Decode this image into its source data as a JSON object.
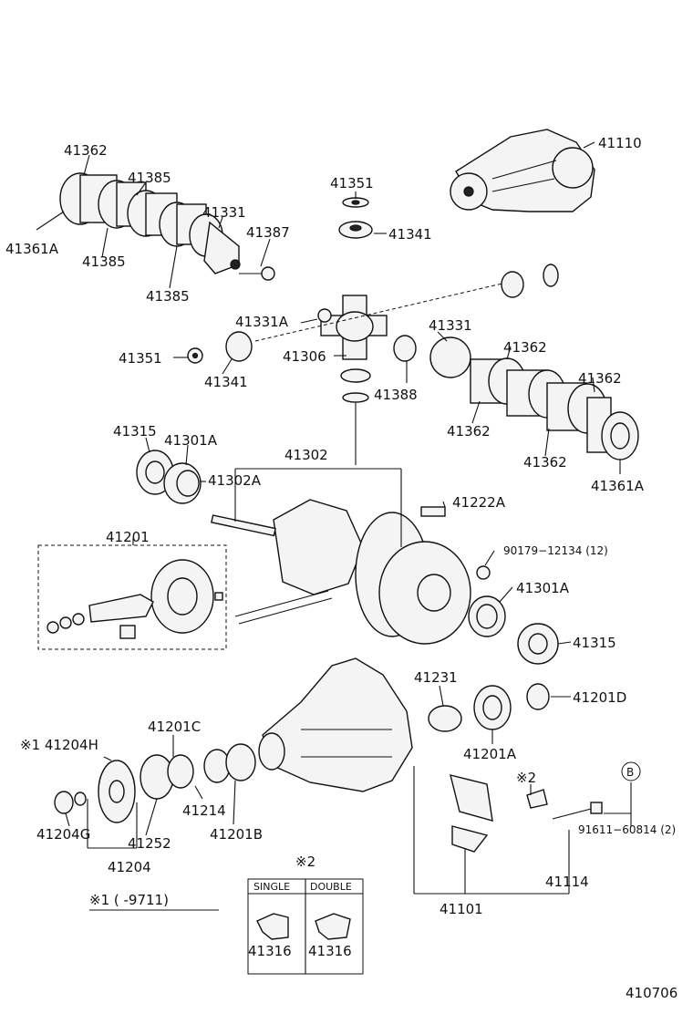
{
  "diagram": {
    "labels": {
      "p41362_a": "41362",
      "p41385_a": "41385",
      "p41331_a": "41331",
      "p41387": "41387",
      "p41361A_a": "41361A",
      "p41385_b": "41385",
      "p41385_c": "41385",
      "p41351_a": "41351",
      "p41341_a": "41341",
      "p41110": "41110",
      "p41331A": "41331A",
      "p41351_b": "41351",
      "p41341_b": "41341",
      "p41306": "41306",
      "p41331_b": "41331",
      "p41388": "41388",
      "p41362_b": "41362",
      "p41362_c": "41362",
      "p41362_d": "41362",
      "p41362_e": "41362",
      "p41361A_b": "41361A",
      "p41315_a": "41315",
      "p41301A_a": "41301A",
      "p41302": "41302",
      "p41302A": "41302A",
      "p41222A": "41222A",
      "p41201": "41201",
      "p90179": "90179−12134 (12)",
      "p41301A_b": "41301A",
      "p41315_b": "41315",
      "p41231": "41231",
      "p41201D": "41201D",
      "p41201C": "41201C",
      "p41204H": "※1 41204H",
      "p41201A": "41201A",
      "note2_a": "※2",
      "circleB": "B",
      "p41214": "41214",
      "p41201B": "41201B",
      "p41204G": "41204G",
      "p41252": "41252",
      "p41204": "41204",
      "p91611": "91611−60814 (2)",
      "p41114": "41114",
      "note2_b": "※2",
      "p41101": "41101",
      "note1": "※1 (        -9711)",
      "p41316_a": "41316",
      "p41316_b": "41316",
      "ref": "410706"
    },
    "table": {
      "single": "SINGLE",
      "double": "DOUBLE"
    }
  }
}
